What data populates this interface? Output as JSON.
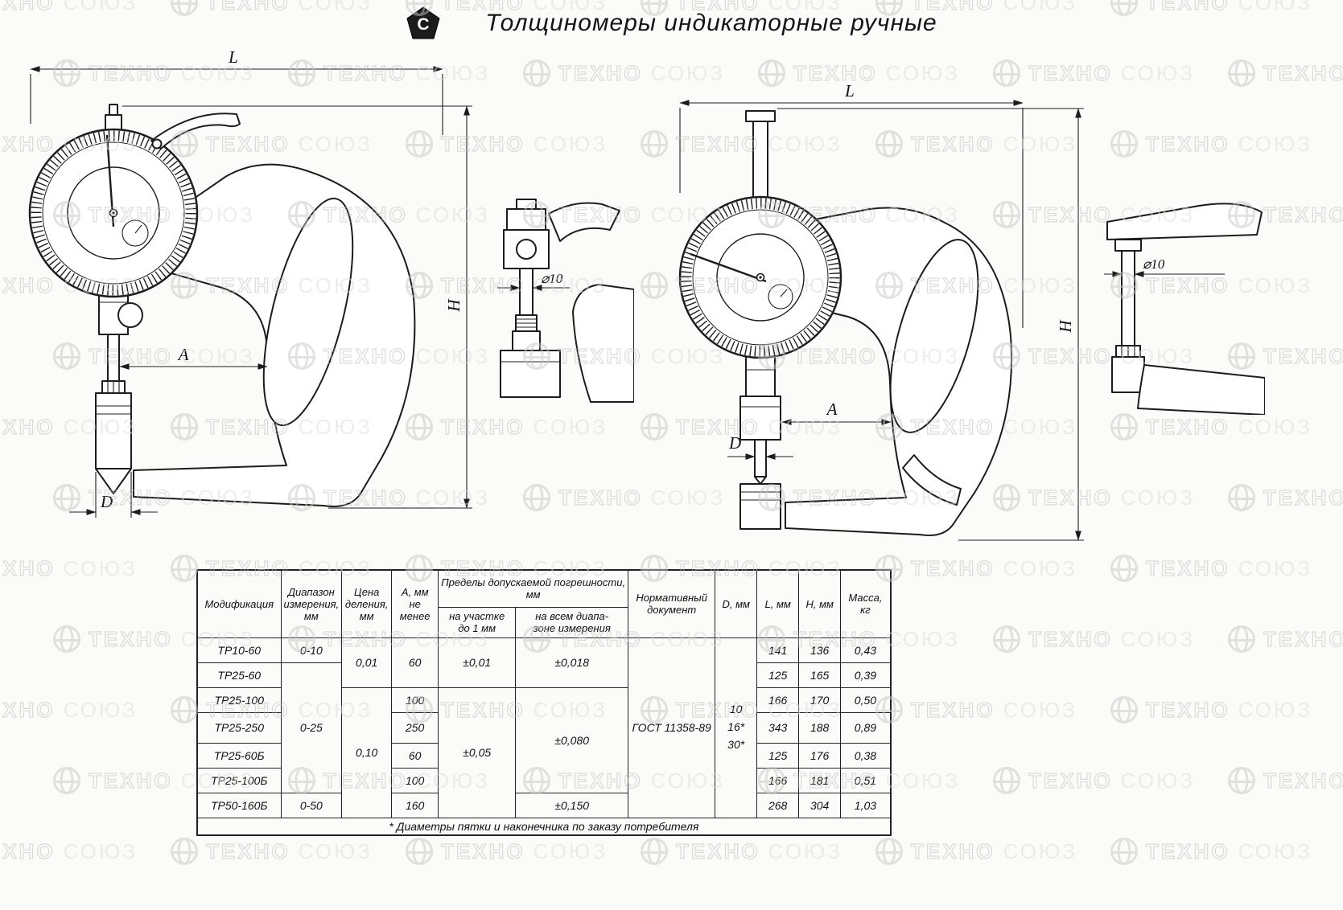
{
  "page": {
    "title": "Толщиномеры индикаторные ручные",
    "logo_letter": "С"
  },
  "watermark": {
    "bold": "ТЕХНО",
    "light": "СОЮЗ"
  },
  "dims": {
    "L": "L",
    "H": "H",
    "A": "A",
    "D": "D",
    "dia": "⌀10"
  },
  "table": {
    "headers": {
      "modification": "Модификация",
      "range": "Диапазон\nизмерения,\nмм",
      "division": "Цена\nделения,\nмм",
      "a_min": "А, мм\nне менее",
      "error_group": "Пределы допускаемой погрешности, мм",
      "error_upto1": "на участке\nдо 1 мм",
      "error_full": "на всем диапа-\nзоне измерения",
      "doc": "Нормативный\nдокумент",
      "d": "D, мм",
      "l": "L, мм",
      "h": "Н, мм",
      "mass": "Масса,\nкг"
    },
    "merged": {
      "range_0_10": "0-10",
      "range_0_25": "0-25",
      "range_0_50": "0-50",
      "div_001": "0,01",
      "div_010": "0,10",
      "a_60": "60",
      "err1_small": "±0,01",
      "err1_big": "±0,05",
      "err2_small": "±0,018",
      "err2_mid": "±0,080",
      "err2_big": "±0,150",
      "doc": "ГОСТ 11358-89",
      "d_values": [
        "10",
        "16*",
        "30*"
      ]
    },
    "rows": [
      {
        "mod": "ТР10-60",
        "l": "141",
        "h": "136",
        "mass": "0,43"
      },
      {
        "mod": "ТР25-60",
        "l": "125",
        "h": "165",
        "mass": "0,39"
      },
      {
        "mod": "ТР25-100",
        "a": "100",
        "l": "166",
        "h": "170",
        "mass": "0,50"
      },
      {
        "mod": "ТР25-250",
        "a": "250",
        "l": "343",
        "h": "188",
        "mass": "0,89"
      },
      {
        "mod": "ТР25-60Б",
        "a": "60",
        "l": "125",
        "h": "176",
        "mass": "0,38"
      },
      {
        "mod": "ТР25-100Б",
        "a": "100",
        "l": "166",
        "h": "181",
        "mass": "0,51"
      },
      {
        "mod": "ТР50-160Б",
        "a": "160",
        "l": "268",
        "h": "304",
        "mass": "1,03"
      }
    ],
    "footnote": "* Диаметры пятки и наконечника по заказу потребителя"
  }
}
